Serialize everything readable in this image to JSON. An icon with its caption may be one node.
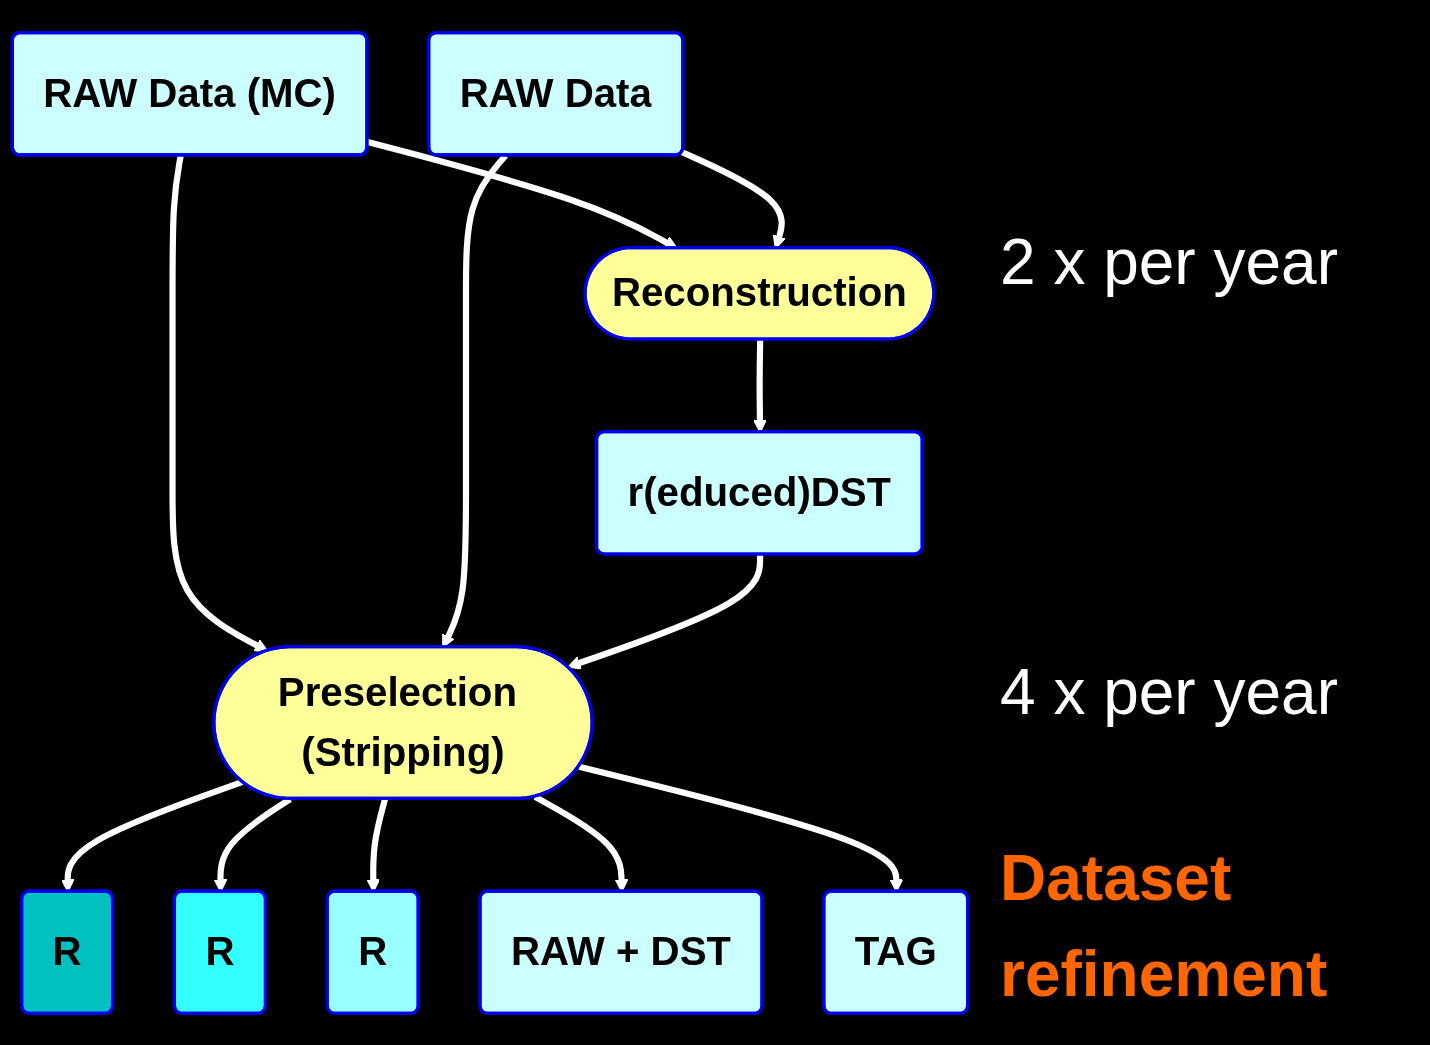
{
  "diagram": {
    "nodes": [
      {
        "text": [
          "RAW Data (MC)"
        ]
      },
      {
        "text": [
          "RAW Data"
        ]
      },
      {
        "text": [
          "Reconstruction"
        ]
      },
      {
        "text": [
          "r(educed)DST"
        ]
      },
      {
        "text": [
          "Preselection (Stripping)"
        ]
      },
      {
        "text": [
          "R"
        ]
      },
      {
        "text": [
          "R"
        ]
      },
      {
        "text": [
          "R"
        ]
      },
      {
        "text": [
          "RAW + DST"
        ]
      },
      {
        "text": [
          "TAG"
        ]
      }
    ],
    "edges": [
      {
        "from": 0,
        "to": 2,
        "arrow": "to"
      },
      {
        "from": 1,
        "to": 2,
        "arrow": "to"
      },
      {
        "from": 0,
        "to": 4,
        "arrow": "to"
      },
      {
        "from": 1,
        "to": 4,
        "arrow": "to"
      },
      {
        "from": 2,
        "to": 3,
        "arrow": "to"
      },
      {
        "from": 3,
        "to": 4,
        "arrow": "to"
      },
      {
        "from": 4,
        "to": 5,
        "arrow": "to"
      },
      {
        "from": 4,
        "to": 6,
        "arrow": "to"
      },
      {
        "from": 4,
        "to": 7,
        "arrow": "to"
      },
      {
        "from": 4,
        "to": 8,
        "arrow": "to"
      },
      {
        "from": 4,
        "to": 9,
        "arrow": "to"
      }
    ],
    "labels": [
      "2 x per year",
      "4 x per year",
      "Dataset refinement"
    ]
  }
}
